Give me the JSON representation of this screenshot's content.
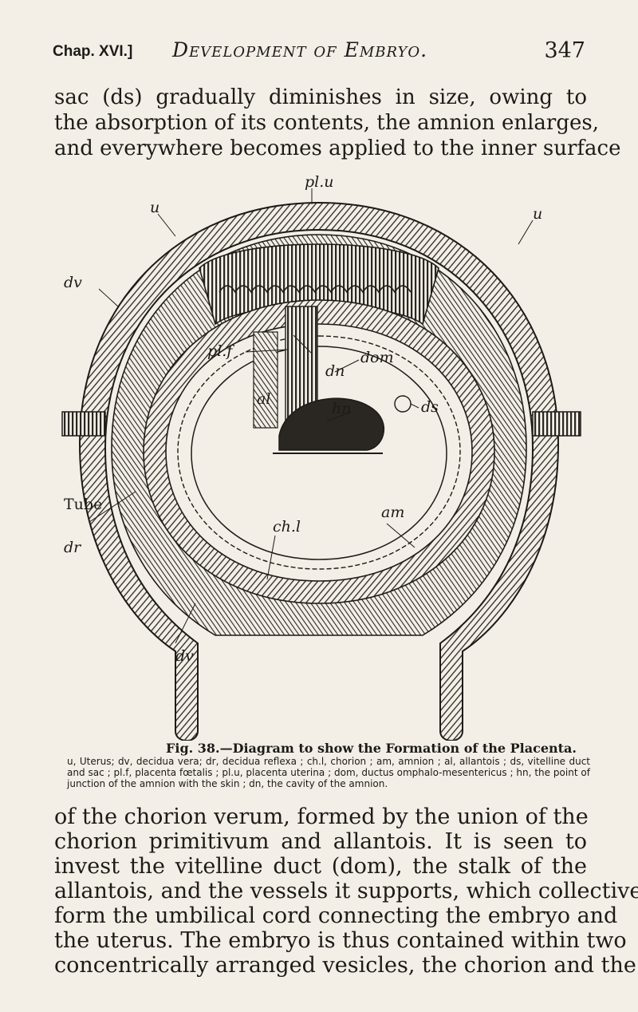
{
  "header": {
    "chapter": "Chap. XVI.]",
    "title": "Development of Embryo.",
    "page_number": "347"
  },
  "paragraph_top": [
    "sac (ds) gradually diminishes in size, owing to",
    "the absorption of its contents, the amnion enlarges,",
    "and everywhere becomes applied to the inner surface"
  ],
  "figure": {
    "labels": {
      "plu": "pl.u",
      "u_left": "u",
      "u_right": "u",
      "dv_top": "dv",
      "plf": "pl.f",
      "al": "al",
      "dom": "dom",
      "dn": "dn",
      "hn": "hn",
      "ds": "ds",
      "tube": "Tube",
      "dr": "dr",
      "am": "am",
      "chl": "ch.l",
      "dv_bottom": "dv"
    }
  },
  "caption": {
    "title": "Fig. 38.—Diagram to show the Formation of the Placenta.",
    "body": "u, Uterus; dv, decidua vera; dr, decidua reflexa ; ch.l, chorion ; am, amnion ; al, allantois ; ds, vitelline duct and sac ; pl.f, placenta fœtalis ; pl.u, placenta uterina ; dom, ductus omphalo-mesentericus ; hn, the point of junction of the amnion with the skin ; dn, the cavity of the amnion."
  },
  "paragraph_bottom": [
    "of the chorion verum, formed by the union of the",
    "chorion primitivum and allantois. It is seen to",
    "invest the vitelline duct (dom), the stalk of the",
    "allantois, and the vessels it supports, which collectively",
    "form the umbilical cord connecting the embryo and",
    "the uterus. The embryo is thus contained within two",
    "concentrically arranged vesicles, the chorion and the"
  ]
}
